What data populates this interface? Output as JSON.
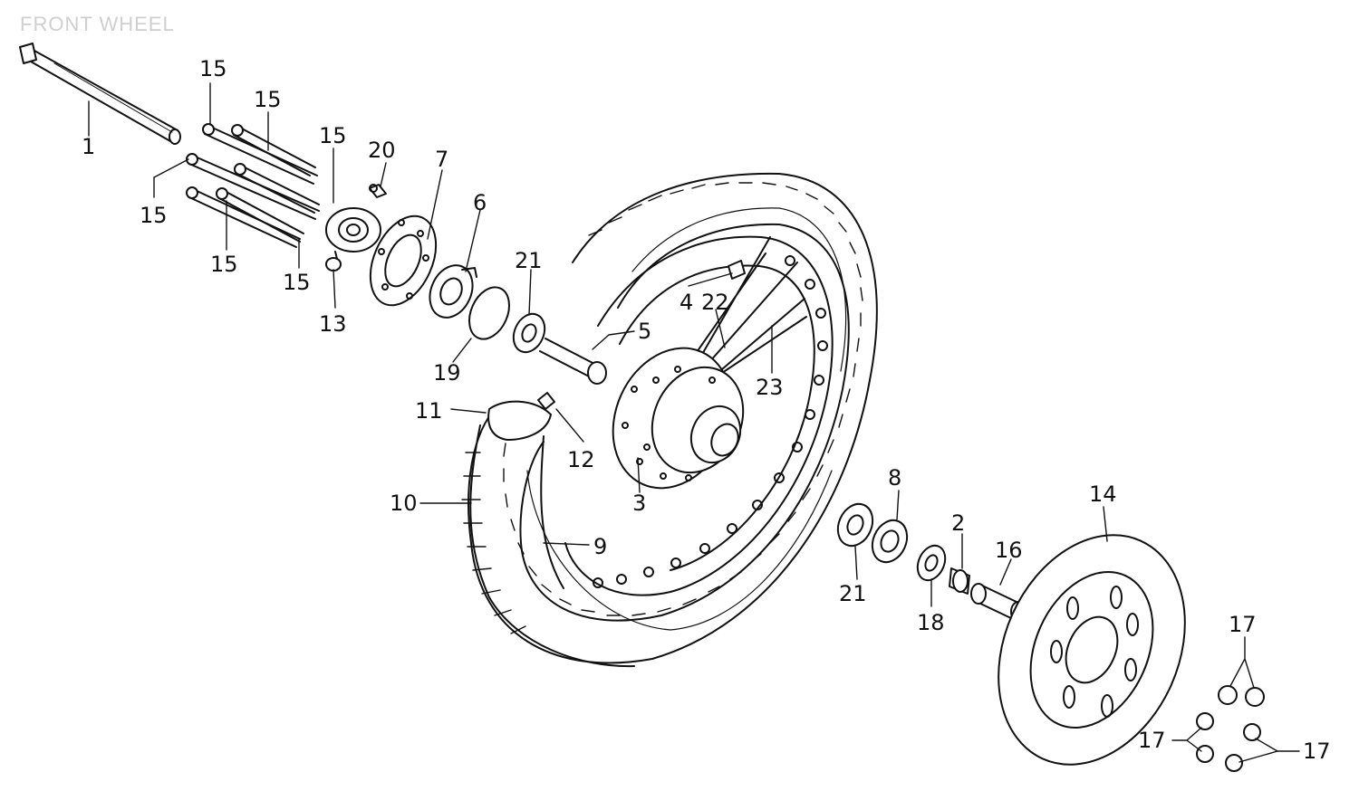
{
  "title": "FRONT WHEEL",
  "colors": {
    "ink": "#111111",
    "title": "#cfcfcf",
    "background": "#ffffff"
  },
  "callouts": {
    "c1": "1",
    "c2": "2",
    "c3": "3",
    "c4": "4",
    "c5": "5",
    "c6": "6",
    "c7": "7",
    "c8": "8",
    "c9": "9",
    "c10": "10",
    "c11": "11",
    "c12": "12",
    "c13": "13",
    "c14": "14",
    "c15": "15",
    "c16": "16",
    "c17": "17",
    "c18": "18",
    "c19": "19",
    "c20": "20",
    "c21": "21",
    "c22": "22",
    "c23": "23"
  }
}
